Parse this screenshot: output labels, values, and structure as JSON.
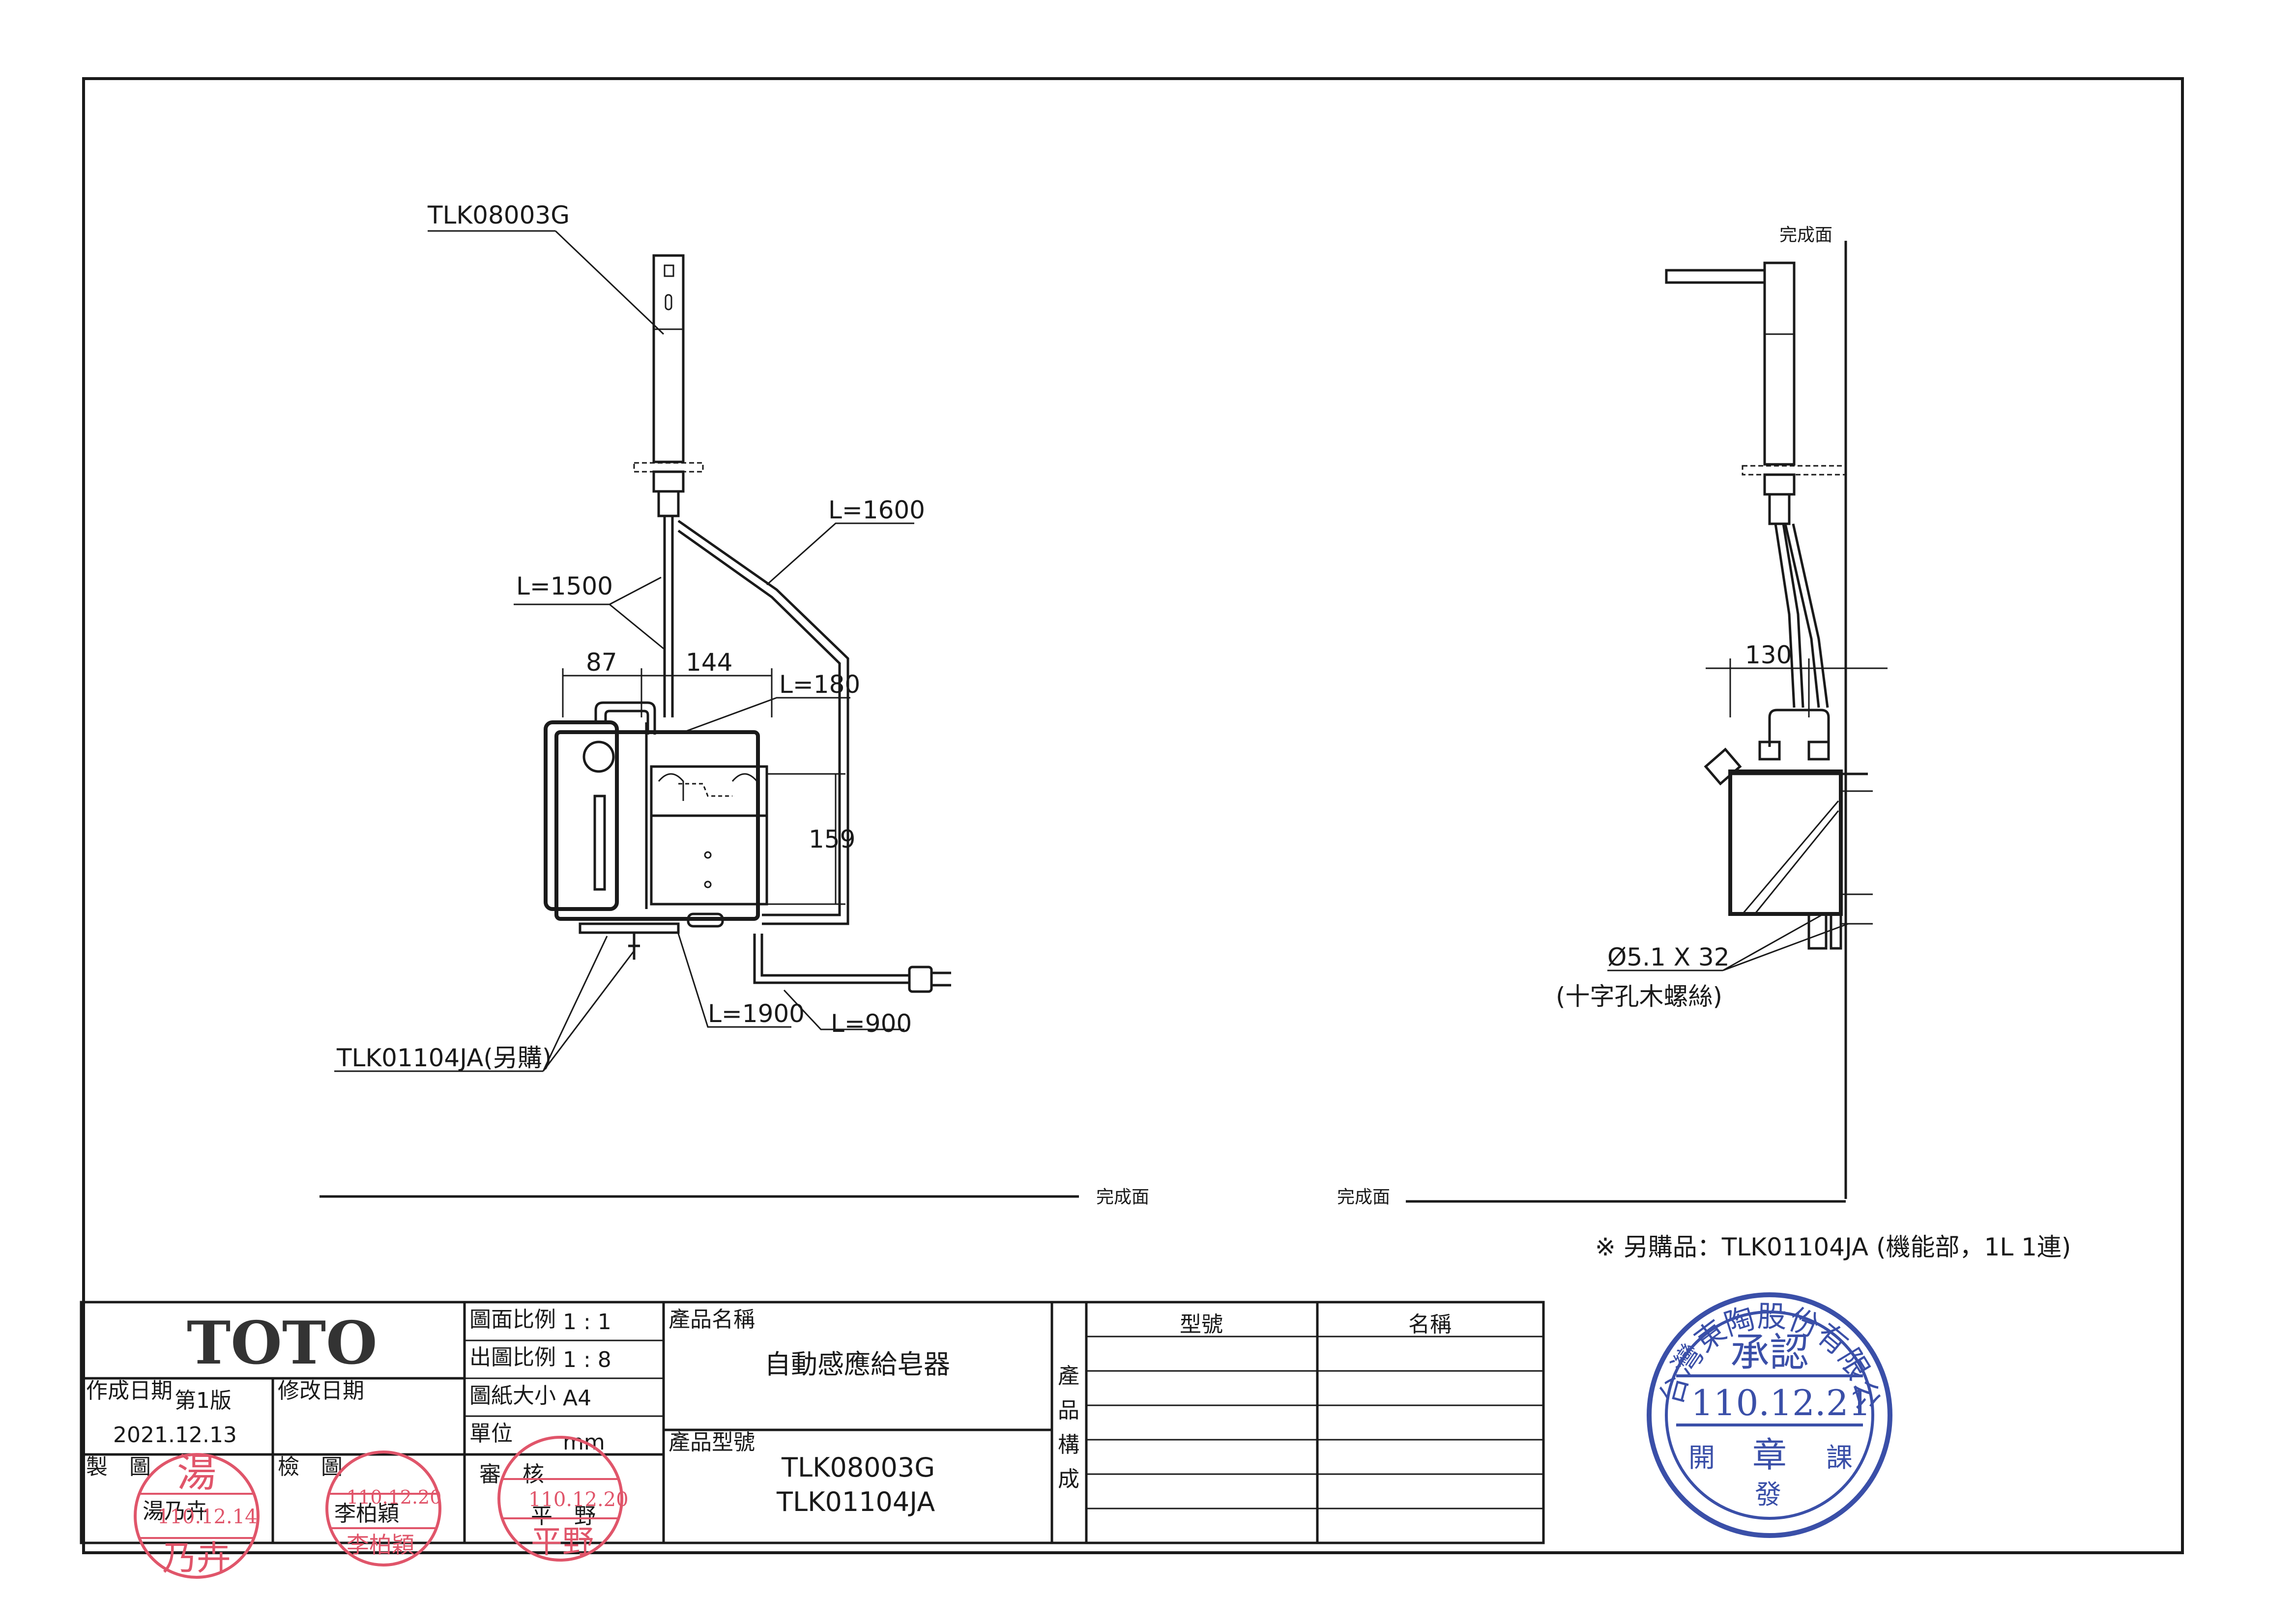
{
  "drawing": {
    "parts": {
      "faucet_model": "TLK08003G",
      "unit_model": "TLK01104JA(另購)"
    },
    "lengths": {
      "l1500": "L=1500",
      "l1600": "L=1600",
      "l180": "L=180",
      "l1900": "L=1900",
      "l900": "L=900"
    },
    "dims": {
      "d87": "87",
      "d144": "144",
      "d159": "159",
      "d130": "130"
    },
    "screw": {
      "size": "Ø5.1 X 32",
      "type": "(十字孔木螺絲)"
    },
    "finish_surface": "完成面",
    "note": "※ 另購品：TLK01104JA (機能部，1L 1連)"
  },
  "title_block": {
    "logo": "TOTO",
    "drawing_scale_label": "圖面比例",
    "drawing_scale_value": "1 : 1",
    "output_scale_label": "出圖比例",
    "output_scale_value": "1 : 8",
    "paper_label": "圖紙大小",
    "paper_value": "A4",
    "unit_label": "單位",
    "unit_value": "mm",
    "created_label": "作成日期",
    "version": "第1版",
    "modified_label": "修改日期",
    "created_date": "2021.12.13",
    "drawn_label": "製　圖",
    "drawn_by": "湯乃卉",
    "checked_label": "檢　圖",
    "checked_by": "李柏穎",
    "review_label": "審　核",
    "review_by": "平　野",
    "product_name_label": "產品名稱",
    "product_name": "自動感應給皂器",
    "product_no_label": "產品型號",
    "product_no_1": "TLK08003G",
    "product_no_2": "TLK01104JA",
    "composition_label": [
      "產",
      "品",
      "構",
      "成"
    ],
    "model_col": "型號",
    "name_col": "名稱"
  },
  "stamps": {
    "drawn_stamp": [
      "湯",
      "乃卉"
    ],
    "drawn_stamp_date": "110.12.14",
    "checked_stamp_date": "110.12.20",
    "checked_stamp_name": "李柏穎",
    "review_stamp_date": "110.12.20",
    "review_stamp_name": "平野",
    "approval_company": "台灣東陶股份有限公司",
    "approval_word": "承認",
    "approval_date": "110.12.21",
    "approval_seal": "章",
    "approval_dept_left": "開",
    "approval_dept_mid": "發",
    "approval_dept_right": "課"
  },
  "colors": {
    "line": "#1a1a1a",
    "stamp_red": "#e0556a",
    "stamp_blue": "#3a4fa8"
  }
}
